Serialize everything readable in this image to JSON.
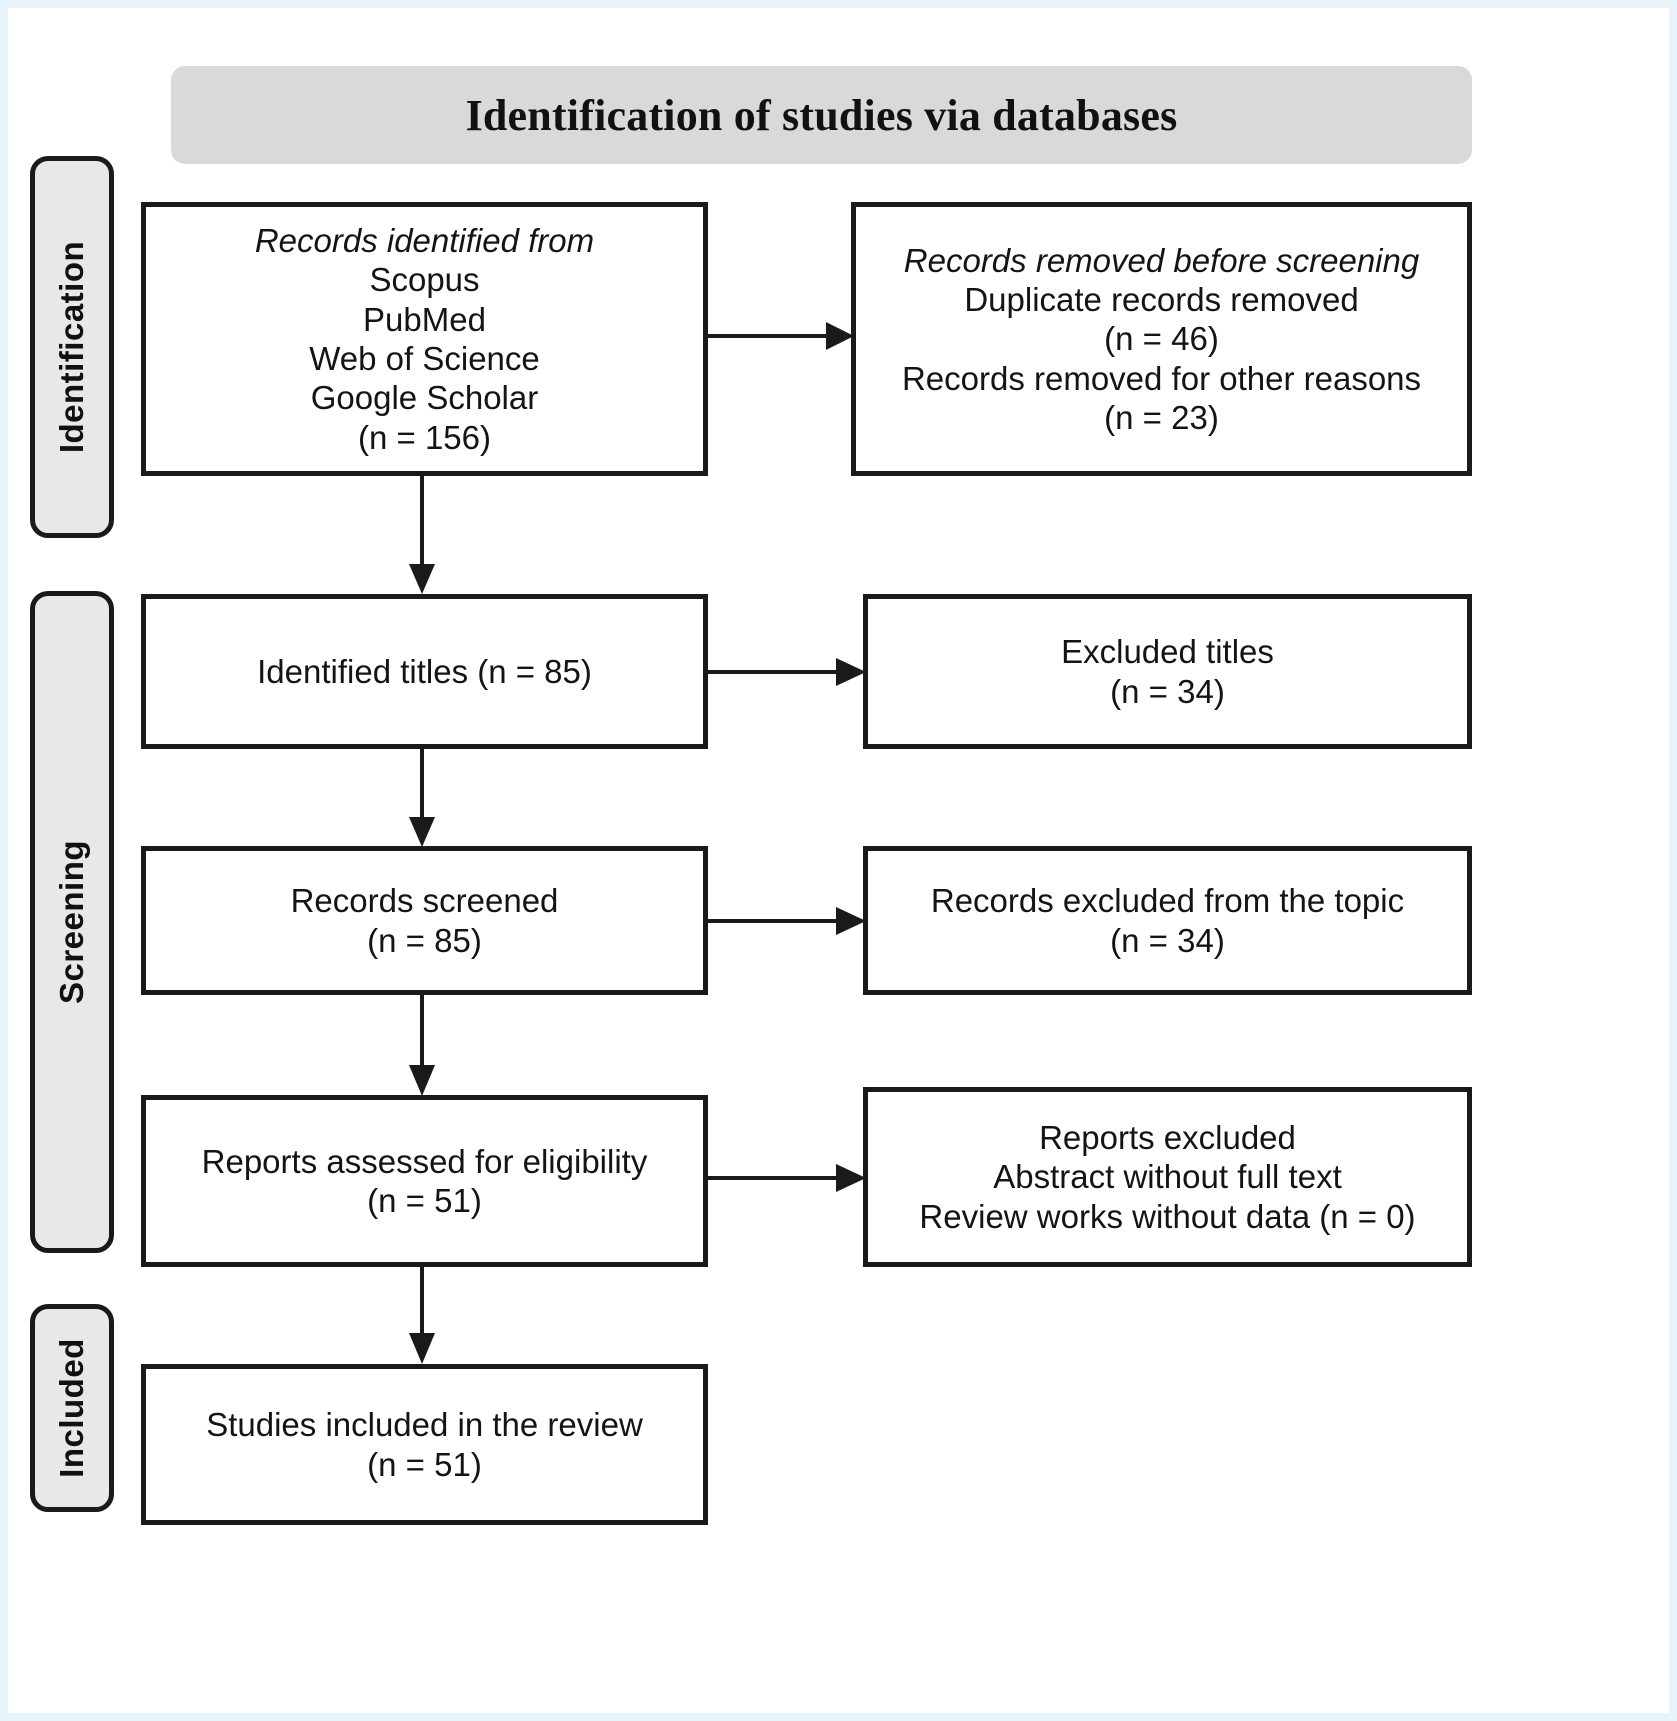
{
  "header": {
    "title": "Identification of studies via databases",
    "background_color": "#d9d9d9"
  },
  "colors": {
    "page_border": "#e8f4fb",
    "box_stroke": "#1a1a1a",
    "phase_fill": "#e8e8e8",
    "banner_fill": "#d9d9d9",
    "text": "#141414"
  },
  "phases": [
    {
      "id": "identification",
      "label": "Identification"
    },
    {
      "id": "screening",
      "label": "Screening"
    },
    {
      "id": "included",
      "label": "Included"
    }
  ],
  "boxes": {
    "identified_from": {
      "lines": [
        {
          "text": "Records identified from",
          "italic": true
        },
        {
          "text": "Scopus",
          "italic": false
        },
        {
          "text": "PubMed",
          "italic": false
        },
        {
          "text": "Web of Science",
          "italic": false
        },
        {
          "text": "Google Scholar",
          "italic": false
        },
        {
          "text": "(n = 156)",
          "italic": false
        }
      ]
    },
    "removed_before_screening": {
      "lines": [
        {
          "text": "Records removed before screening",
          "italic": true
        },
        {
          "text": "Duplicate records removed",
          "italic": false
        },
        {
          "text": "(n = 46)",
          "italic": false
        },
        {
          "text": "Records removed for other reasons",
          "italic": false
        },
        {
          "text": "(n = 23)",
          "italic": false
        }
      ]
    },
    "identified_titles": {
      "lines": [
        {
          "text": "Identified titles (n = 85)",
          "italic": false
        }
      ]
    },
    "excluded_titles": {
      "lines": [
        {
          "text": "Excluded titles",
          "italic": false
        },
        {
          "text": "(n = 34)",
          "italic": false
        }
      ]
    },
    "records_screened": {
      "lines": [
        {
          "text": "Records screened",
          "italic": false
        },
        {
          "text": "(n = 85)",
          "italic": false
        }
      ]
    },
    "records_excluded_topic": {
      "lines": [
        {
          "text": "Records excluded from the topic",
          "italic": false
        },
        {
          "text": "(n = 34)",
          "italic": false
        }
      ]
    },
    "reports_assessed": {
      "lines": [
        {
          "text": "Reports assessed for eligibility",
          "italic": false
        },
        {
          "text": "(n = 51)",
          "italic": false
        }
      ]
    },
    "reports_excluded": {
      "lines": [
        {
          "text": "Reports excluded",
          "italic": false
        },
        {
          "text": "Abstract without full text",
          "italic": false
        },
        {
          "text": "Review works without data (n = 0)",
          "italic": false
        }
      ]
    },
    "studies_included": {
      "lines": [
        {
          "text": "Studies included in the review",
          "italic": false
        },
        {
          "text": "(n = 51)",
          "italic": false
        }
      ]
    }
  },
  "connectors": [
    {
      "id": "identified-from-to-removed",
      "direction": "right"
    },
    {
      "id": "identified-from-to-identified-titles",
      "direction": "down"
    },
    {
      "id": "identified-titles-to-excluded-titles",
      "direction": "right"
    },
    {
      "id": "identified-titles-to-records-screened",
      "direction": "down"
    },
    {
      "id": "records-screened-to-records-excluded",
      "direction": "right"
    },
    {
      "id": "records-screened-to-reports-assessed",
      "direction": "down"
    },
    {
      "id": "reports-assessed-to-reports-excluded",
      "direction": "right"
    },
    {
      "id": "reports-assessed-to-studies-included",
      "direction": "down"
    }
  ]
}
